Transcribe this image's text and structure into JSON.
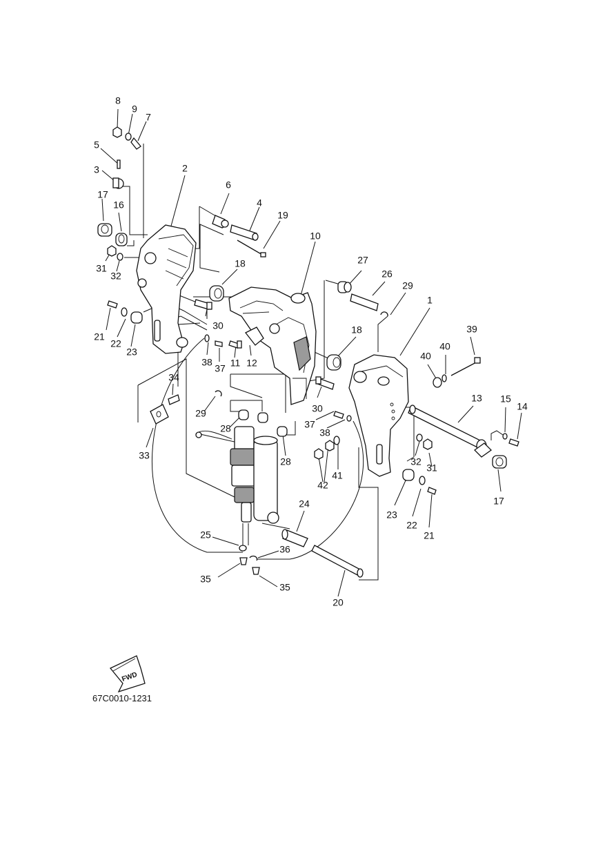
{
  "diagram": {
    "drawing_code": "67C0010-1231",
    "fwd_label": "FWD",
    "callouts": [
      "1",
      "2",
      "3",
      "4",
      "5",
      "6",
      "7",
      "8",
      "9",
      "10",
      "11",
      "12",
      "13",
      "14",
      "15",
      "16",
      "17",
      "17",
      "18",
      "18",
      "19",
      "20",
      "21",
      "21",
      "22",
      "22",
      "23",
      "23",
      "24",
      "25",
      "26",
      "27",
      "28",
      "28",
      "29",
      "29",
      "30",
      "30",
      "31",
      "31",
      "32",
      "32",
      "33",
      "34",
      "35",
      "35",
      "36",
      "37",
      "37",
      "38",
      "38",
      "39",
      "40",
      "40",
      "41",
      "42"
    ]
  }
}
